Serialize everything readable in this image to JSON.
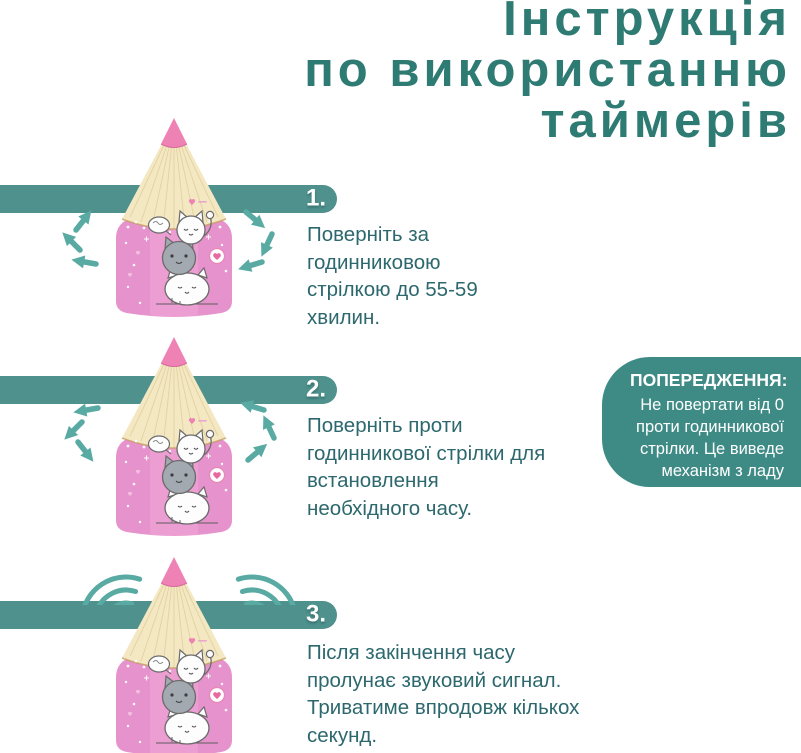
{
  "title": {
    "lines": [
      "Інструкція",
      "по використанню",
      "таймерів"
    ]
  },
  "steps": [
    {
      "number": "1.",
      "text": "Поверніть за годинниковою стрілкою до 55-59 хвилин.",
      "lines": [
        "Поверніть за",
        "годинниковою",
        "стрілкою до 55-59",
        "хвилин."
      ],
      "illustration": "pink-pencil-timer-with-cats",
      "arrow_icon": "rotation-arrows-clockwise"
    },
    {
      "number": "2.",
      "text": "Поверніть проти годинникової стрілки для встановлення необхідного часу.",
      "lines": [
        "Поверніть проти",
        "годинникової стрілки для",
        "встановлення",
        "необхідного  часу."
      ],
      "illustration": "pink-pencil-timer-with-cats",
      "arrow_icon": "rotation-arrows-counterclockwise"
    },
    {
      "number": "3.",
      "text": "Після закінчення часу пролунає звуковий сигнал. Триватиме впродовж кількох секунд.",
      "lines": [
        "Після закінчення часу",
        "пролунає звуковий сигнал.",
        "Триватиме впродовж кількох",
        "секунд."
      ],
      "illustration": "pink-pencil-timer-with-cats",
      "arrow_icon": "sound-wave-arcs"
    }
  ],
  "warning": {
    "title": "ПОПЕРЕДЖЕННЯ:",
    "text": "Не повертати від 0 проти годинникової стрілки. Це виведе механізм з ладу",
    "lines": [
      "Не повертати від 0",
      "проти годинникової",
      "стрілки. Це виведе",
      "механізм з ладу"
    ]
  },
  "colors": {
    "accent_bar": "#4e918d",
    "title_text": "#2e7b73",
    "body_text": "#2c686d",
    "warning_bg": "#3e8b86",
    "arrow": "#58aaa2",
    "pencil_body_pink": "#ec9dd2",
    "pencil_tip_pink": "#ef82b4",
    "pencil_cone_cream": "#f4e8c3",
    "background": "#ffffff"
  }
}
